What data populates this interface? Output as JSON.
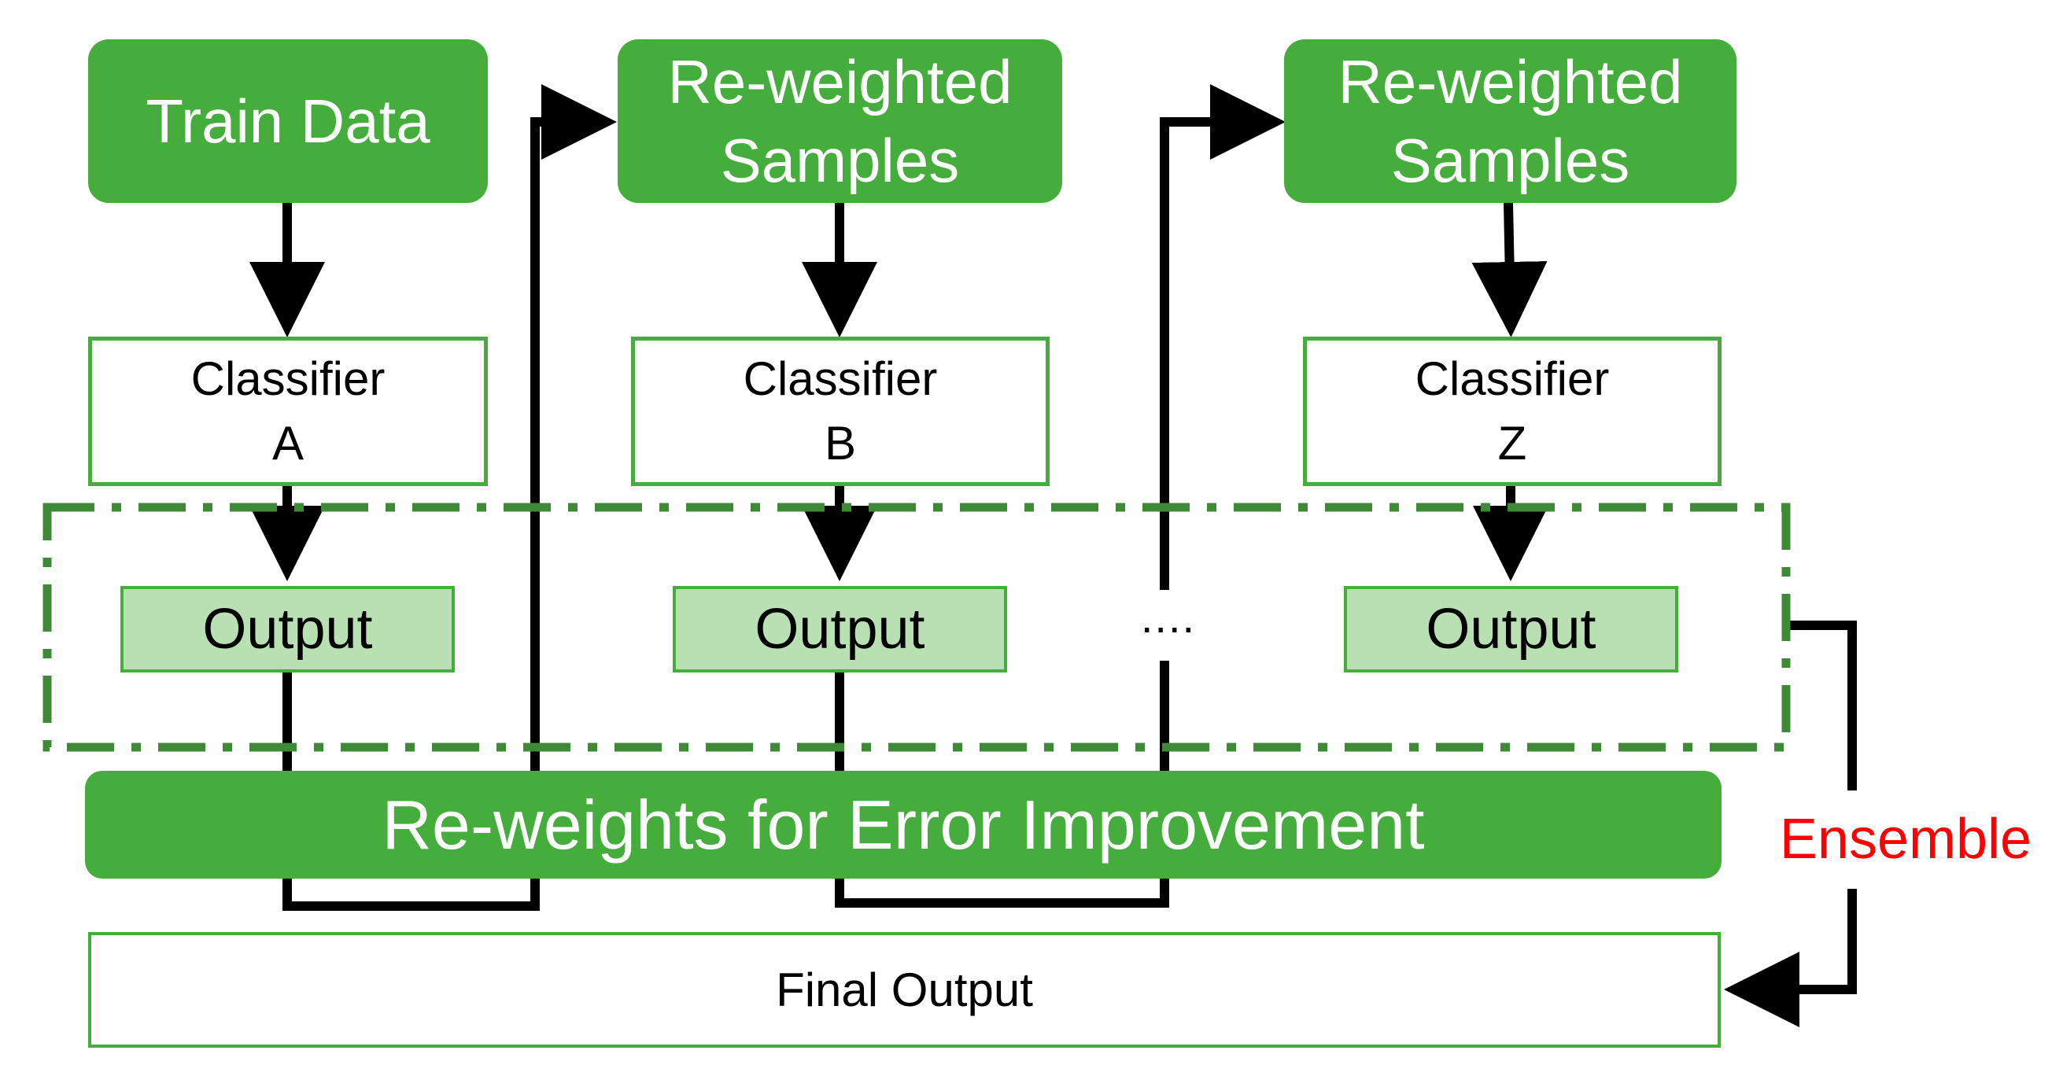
{
  "colors": {
    "green": "#45ad3c",
    "light_green": "#b8e0b2",
    "dashed_border": "#3e8a36",
    "ensemble_red": "#ff0000",
    "arrow": "#000000"
  },
  "nodes": {
    "train_data": "Train Data",
    "reweighted_1": {
      "line1": "Re-weighted",
      "line2": "Samples"
    },
    "reweighted_2": {
      "line1": "Re-weighted",
      "line2": "Samples"
    },
    "classifier_a": {
      "line1": "Classifier",
      "line2": "A"
    },
    "classifier_b": {
      "line1": "Classifier",
      "line2": "B"
    },
    "classifier_z": {
      "line1": "Classifier",
      "line2": "Z"
    },
    "output_a": "Output",
    "output_b": "Output",
    "output_z": "Output",
    "ellipsis": "....",
    "reweights_bar": "Re-weights for Error Improvement",
    "ensemble": "Ensemble",
    "final_output": "Final Output"
  }
}
